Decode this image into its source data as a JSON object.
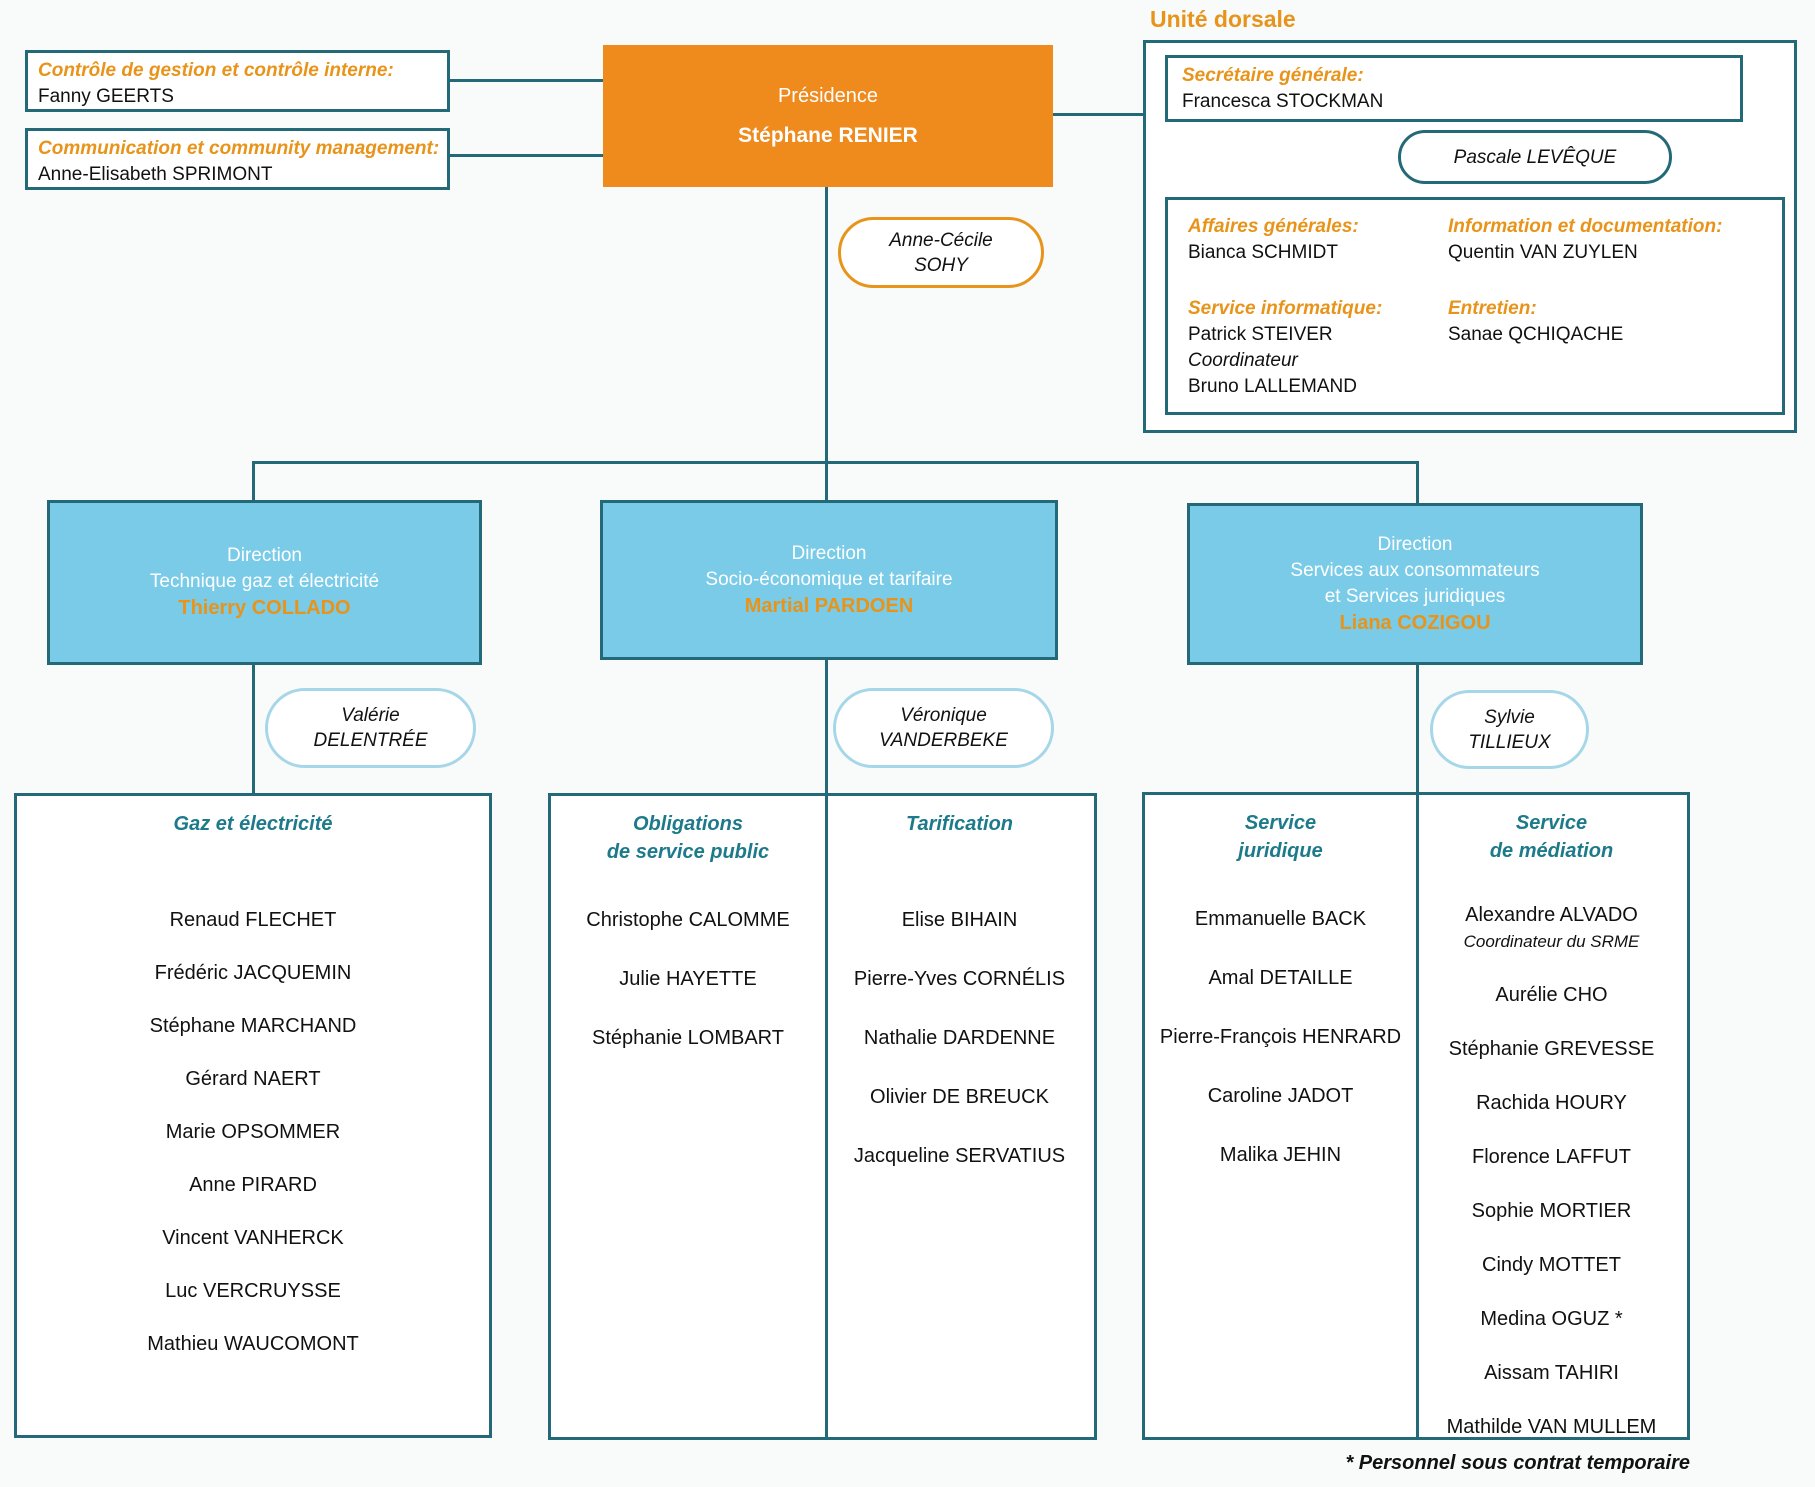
{
  "colors": {
    "teal_line": "#236978",
    "teal_header_text": "#1d7a8a",
    "orange_fill": "#ef8a1d",
    "orange_text": "#e8941a",
    "direction_fill": "#79cbe8",
    "pill_blue_border": "#a6d7e8"
  },
  "staff_boxes": [
    {
      "title": "Contrôle de gestion et contrôle interne:",
      "name": "Fanny GEERTS"
    },
    {
      "title": "Communication et community management:",
      "name": "Anne-Elisabeth SPRIMONT"
    }
  ],
  "presidency": {
    "title": "Présidence",
    "name": "Stéphane RENIER",
    "assistant_lines": [
      "Anne-Cécile",
      "SOHY"
    ]
  },
  "dorsal_unit": {
    "heading": "Unité dorsale",
    "secretary_title": "Secrétaire générale:",
    "secretary_name": "Francesca STOCKMAN",
    "assistant": "Pascale LEVÊQUE",
    "sections": [
      {
        "title": "Affaires générales:",
        "lines": [
          "Bianca SCHMIDT"
        ]
      },
      {
        "title": "Information et documentation:",
        "lines": [
          "Quentin VAN ZUYLEN"
        ]
      },
      {
        "title": "Service informatique:",
        "lines": [
          "Patrick STEIVER",
          "Coordinateur",
          "Bruno LALLEMAND"
        ]
      },
      {
        "title": "Entretien:",
        "lines": [
          "Sanae QCHIQACHE"
        ]
      }
    ]
  },
  "directions": [
    {
      "lines": [
        "Direction",
        "Technique gaz et électricité"
      ],
      "head": "Thierry COLLADO",
      "assistant_lines": [
        "Valérie",
        "DELENTRÉE"
      ]
    },
    {
      "lines": [
        "Direction",
        "Socio-économique et tarifaire"
      ],
      "head": "Martial PARDOEN",
      "assistant_lines": [
        "Véronique",
        "VANDERBEKE"
      ]
    },
    {
      "lines": [
        "Direction",
        "Services aux consommateurs",
        "et Services juridiques"
      ],
      "head": "Liana COZIGOU",
      "assistant_lines": [
        "Sylvie",
        "TILLIEUX"
      ]
    }
  ],
  "departments": [
    {
      "title_lines": [
        "Gaz et électricité"
      ],
      "members": [
        {
          "name": "Renaud FLECHET"
        },
        {
          "name": "Frédéric JACQUEMIN"
        },
        {
          "name": "Stéphane MARCHAND"
        },
        {
          "name": "Gérard NAERT"
        },
        {
          "name": "Marie OPSOMMER"
        },
        {
          "name": "Anne PIRARD"
        },
        {
          "name": "Vincent VANHERCK"
        },
        {
          "name": "Luc VERCRUYSSE"
        },
        {
          "name": "Mathieu WAUCOMONT"
        }
      ]
    },
    {
      "title_lines": [
        "Obligations",
        "de service public"
      ],
      "members": [
        {
          "name": "Christophe CALOMME"
        },
        {
          "name": "Julie HAYETTE"
        },
        {
          "name": "Stéphanie LOMBART"
        }
      ]
    },
    {
      "title_lines": [
        "Tarification"
      ],
      "members": [
        {
          "name": "Elise BIHAIN"
        },
        {
          "name": "Pierre-Yves CORNÉLIS"
        },
        {
          "name": "Nathalie DARDENNE"
        },
        {
          "name": "Olivier DE BREUCK"
        },
        {
          "name": "Jacqueline SERVATIUS"
        }
      ]
    },
    {
      "title_lines": [
        "Service",
        "juridique"
      ],
      "members": [
        {
          "name": "Emmanuelle BACK"
        },
        {
          "name": "Amal DETAILLE"
        },
        {
          "name": "Pierre-François HENRARD"
        },
        {
          "name": "Caroline JADOT"
        },
        {
          "name": "Malika JEHIN"
        }
      ]
    },
    {
      "title_lines": [
        "Service",
        "de médiation"
      ],
      "members": [
        {
          "name": "Alexandre ALVADO",
          "note": "Coordinateur du SRME"
        },
        {
          "name": "Aurélie CHO"
        },
        {
          "name": "Stéphanie GREVESSE"
        },
        {
          "name": "Rachida HOURY"
        },
        {
          "name": "Florence LAFFUT"
        },
        {
          "name": "Sophie MORTIER"
        },
        {
          "name": "Cindy MOTTET"
        },
        {
          "name": "Medina OGUZ *"
        },
        {
          "name": "Aissam TAHIRI"
        },
        {
          "name": "Mathilde VAN MULLEM"
        }
      ]
    }
  ],
  "footnote": "* Personnel sous contrat temporaire"
}
